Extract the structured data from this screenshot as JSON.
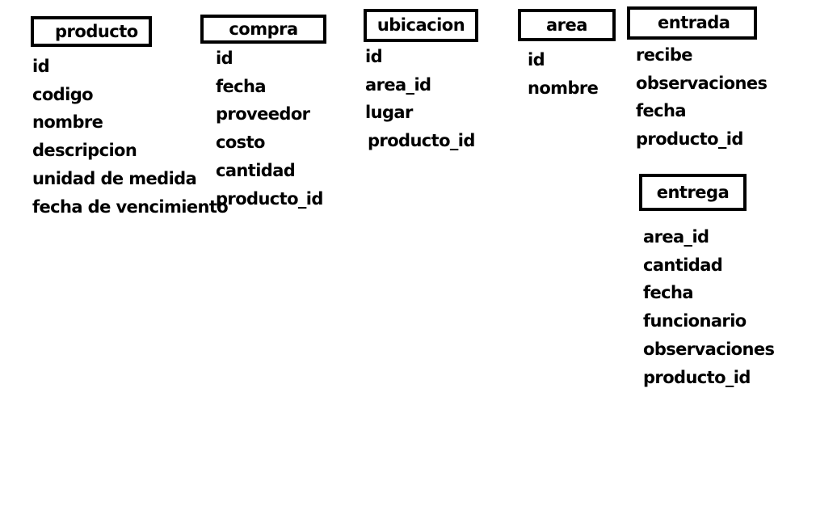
{
  "entities": [
    {
      "id": "producto",
      "name": "producto",
      "fields": [
        "id",
        "codigo",
        "nombre",
        "descripcion",
        "unidad de medida",
        "fecha de vencimiento"
      ]
    },
    {
      "id": "compra",
      "name": "compra",
      "fields": [
        "id",
        "fecha",
        "proveedor",
        "costo",
        "cantidad",
        "producto_id"
      ]
    },
    {
      "id": "ubicacion",
      "name": "ubicacion",
      "fields": [
        "id",
        "area_id",
        "lugar",
        "producto_id"
      ]
    },
    {
      "id": "area",
      "name": "area",
      "fields": [
        "id",
        "nombre"
      ]
    },
    {
      "id": "entrada",
      "name": "entrada",
      "fields": [
        "recibe",
        "observaciones",
        "fecha",
        "producto_id"
      ]
    },
    {
      "id": "entrega",
      "name": "entrega",
      "fields": [
        "area_id",
        "cantidad",
        "fecha",
        "funcionario",
        "observaciones",
        "producto_id"
      ]
    }
  ]
}
